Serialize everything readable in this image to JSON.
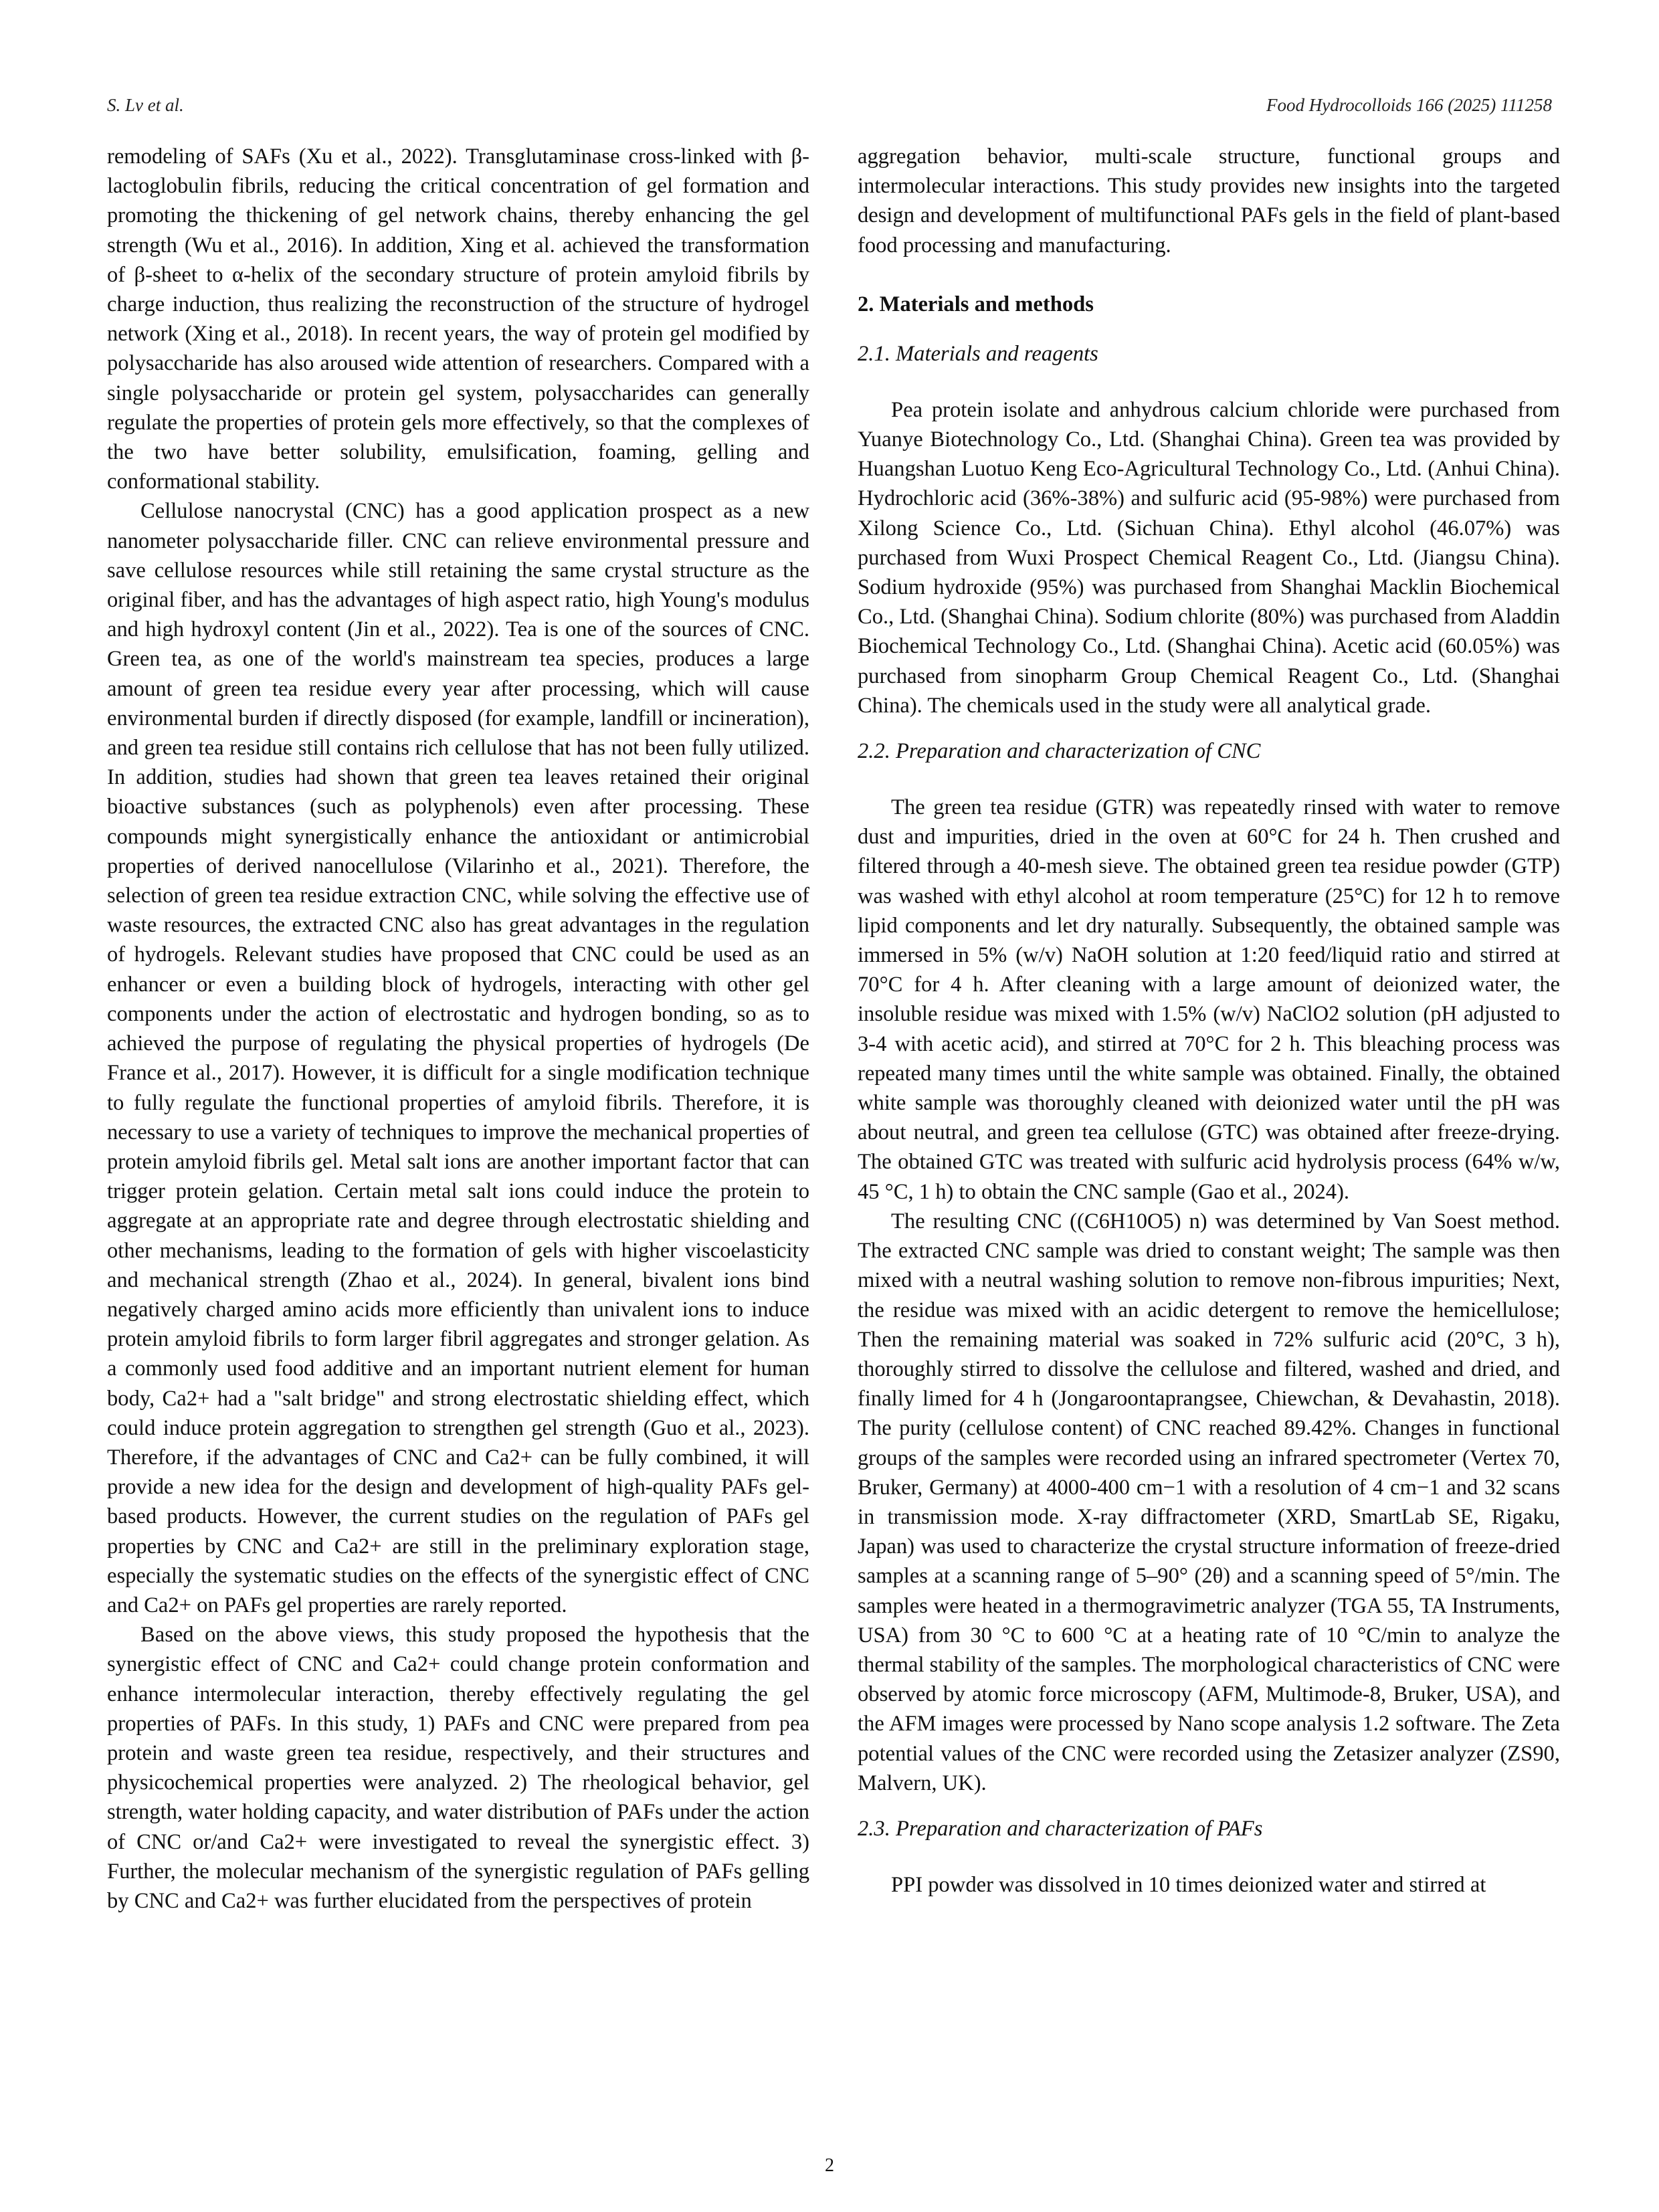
{
  "header": {
    "left": "S. Lv et al.",
    "right": "Food Hydrocolloids 166 (2025) 111258"
  },
  "page_number": "2",
  "left_column": {
    "p1": "remodeling of SAFs (Xu et al., 2022). Transglutaminase cross-linked with β-lactoglobulin fibrils, reducing the critical concentration of gel formation and promoting the thickening of gel network chains, thereby enhancing the gel strength (Wu et al., 2016). In addition, Xing et al. achieved the transformation of β-sheet to α-helix of the secondary structure of protein amyloid fibrils by charge induction, thus realizing the reconstruction of the structure of hydrogel network (Xing et al., 2018). In recent years, the way of protein gel modified by polysaccharide has also aroused wide attention of researchers. Compared with a single polysaccharide or protein gel system, polysaccharides can generally regulate the properties of protein gels more effectively, so that the complexes of the two have better solubility, emulsification, foaming, gelling and conformational stability.",
    "p2": "Cellulose nanocrystal (CNC) has a good application prospect as a new nanometer polysaccharide filler. CNC can relieve environmental pressure and save cellulose resources while still retaining the same crystal structure as the original fiber, and has the advantages of high aspect ratio, high Young's modulus and high hydroxyl content (Jin et al., 2022). Tea is one of the sources of CNC. Green tea, as one of the world's mainstream tea species, produces a large amount of green tea residue every year after processing, which will cause environmental burden if directly disposed (for example, landfill or incineration), and green tea residue still contains rich cellulose that has not been fully utilized. In addition, studies had shown that green tea leaves retained their original bioactive substances (such as polyphenols) even after processing. These compounds might synergistically enhance the antioxidant or antimicrobial properties of derived nanocellulose (Vilarinho et al., 2021). Therefore, the selection of green tea residue extraction CNC, while solving the effective use of waste resources, the extracted CNC also has great advantages in the regulation of hydrogels. Relevant studies have proposed that CNC could be used as an enhancer or even a building block of hydrogels, interacting with other gel components under the action of electrostatic and hydrogen bonding, so as to achieved the purpose of regulating the physical properties of hydrogels (De France et al., 2017). However, it is difficult for a single modification technique to fully regulate the functional properties of amyloid fibrils. Therefore, it is necessary to use a variety of techniques to improve the mechanical properties of protein amyloid fibrils gel. Metal salt ions are another important factor that can trigger protein gelation. Certain metal salt ions could induce the protein to aggregate at an appropriate rate and degree through electrostatic shielding and other mechanisms, leading to the formation of gels with higher viscoelasticity and mechanical strength (Zhao et al., 2024). In general, bivalent ions bind negatively charged amino acids more efficiently than univalent ions to induce protein amyloid fibrils to form larger fibril aggregates and stronger gelation. As a commonly used food additive and an important nutrient element for human body, Ca2+ had a \"salt bridge\" and strong electrostatic shielding effect, which could induce protein aggregation to strengthen gel strength (Guo et al., 2023). Therefore, if the advantages of CNC and Ca2+ can be fully combined, it will provide a new idea for the design and development of high-quality PAFs gel-based products. However, the current studies on the regulation of PAFs gel properties by CNC and Ca2+ are still in the preliminary exploration stage, especially the systematic studies on the effects of the synergistic effect of CNC and Ca2+ on PAFs gel properties are rarely reported.",
    "p3": "Based on the above views, this study proposed the hypothesis that the synergistic effect of CNC and Ca2+ could change protein conformation and enhance intermolecular interaction, thereby effectively regulating the gel properties of PAFs. In this study, 1) PAFs and CNC were prepared from pea protein and waste green tea residue, respectively, and their structures and physicochemical properties were analyzed. 2) The rheological behavior, gel strength, water holding capacity, and water distribution of PAFs under the action of CNC or/and Ca2+ were investigated to reveal the synergistic effect. 3) Further, the molecular mechanism of the synergistic regulation of PAFs gelling by CNC and Ca2+ was further elucidated from the perspectives of protein"
  },
  "right_column": {
    "p0": "aggregation behavior, multi-scale structure, functional groups and intermolecular interactions. This study provides new insights into the targeted design and development of multifunctional PAFs gels in the field of plant-based food processing and manufacturing.",
    "h_section2": "2. Materials and methods",
    "h_21": "2.1. Materials and reagents",
    "p_21": "Pea protein isolate and anhydrous calcium chloride were purchased from Yuanye Biotechnology Co., Ltd. (Shanghai China). Green tea was provided by Huangshan Luotuo Keng Eco-Agricultural Technology Co., Ltd. (Anhui China). Hydrochloric acid (36%-38%) and sulfuric acid (95-98%) were purchased from Xilong Science Co., Ltd. (Sichuan China). Ethyl alcohol (46.07%) was purchased from Wuxi Prospect Chemical Reagent Co., Ltd. (Jiangsu China). Sodium hydroxide (95%) was purchased from Shanghai Macklin Biochemical Co., Ltd. (Shanghai China). Sodium chlorite (80%) was purchased from Aladdin Biochemical Technology Co., Ltd. (Shanghai China). Acetic acid (60.05%) was purchased from sinopharm Group Chemical Reagent Co., Ltd. (Shanghai China). The chemicals used in the study were all analytical grade.",
    "h_22": "2.2. Preparation and characterization of CNC",
    "p_22a": "The green tea residue (GTR) was repeatedly rinsed with water to remove dust and impurities, dried in the oven at 60°C for 24 h. Then crushed and filtered through a 40-mesh sieve. The obtained green tea residue powder (GTP) was washed with ethyl alcohol at room temperature (25°C) for 12 h to remove lipid components and let dry naturally. Subsequently, the obtained sample was immersed in 5% (w/v) NaOH solution at 1:20 feed/liquid ratio and stirred at 70°C for 4 h. After cleaning with a large amount of deionized water, the insoluble residue was mixed with 1.5% (w/v) NaClO2 solution (pH adjusted to 3-4 with acetic acid), and stirred at 70°C for 2 h. This bleaching process was repeated many times until the white sample was obtained. Finally, the obtained white sample was thoroughly cleaned with deionized water until the pH was about neutral, and green tea cellulose (GTC) was obtained after freeze-drying. The obtained GTC was treated with sulfuric acid hydrolysis process (64% w/w, 45 °C, 1 h) to obtain the CNC sample (Gao et al., 2024).",
    "p_22b": "The resulting CNC ((C6H10O5) n) was determined by Van Soest method. The extracted CNC sample was dried to constant weight; The sample was then mixed with a neutral washing solution to remove non-fibrous impurities; Next, the residue was mixed with an acidic detergent to remove the hemicellulose; Then the remaining material was soaked in 72% sulfuric acid (20°C, 3 h), thoroughly stirred to dissolve the cellulose and filtered, washed and dried, and finally limed for 4 h (Jongaroontaprangsee, Chiewchan, & Devahastin, 2018). The purity (cellulose content) of CNC reached 89.42%. Changes in functional groups of the samples were recorded using an infrared spectrometer (Vertex 70, Bruker, Germany) at 4000-400 cm−1 with a resolution of 4 cm−1 and 32 scans in transmission mode. X-ray diffractometer (XRD, SmartLab SE, Rigaku, Japan) was used to characterize the crystal structure information of freeze-dried samples at a scanning range of 5–90° (2θ) and a scanning speed of 5°/min. The samples were heated in a thermogravimetric analyzer (TGA 55, TA Instruments, USA) from 30 °C to 600 °C at a heating rate of 10 °C/min to analyze the thermal stability of the samples. The morphological characteristics of CNC were observed by atomic force microscopy (AFM, Multimode-8, Bruker, USA), and the AFM images were processed by Nano scope analysis 1.2 software. The Zeta potential values of the CNC were recorded using the Zetasizer analyzer (ZS90, Malvern, UK).",
    "h_23": "2.3. Preparation and characterization of PAFs",
    "p_23": "PPI powder was dissolved in 10 times deionized water and stirred at"
  }
}
